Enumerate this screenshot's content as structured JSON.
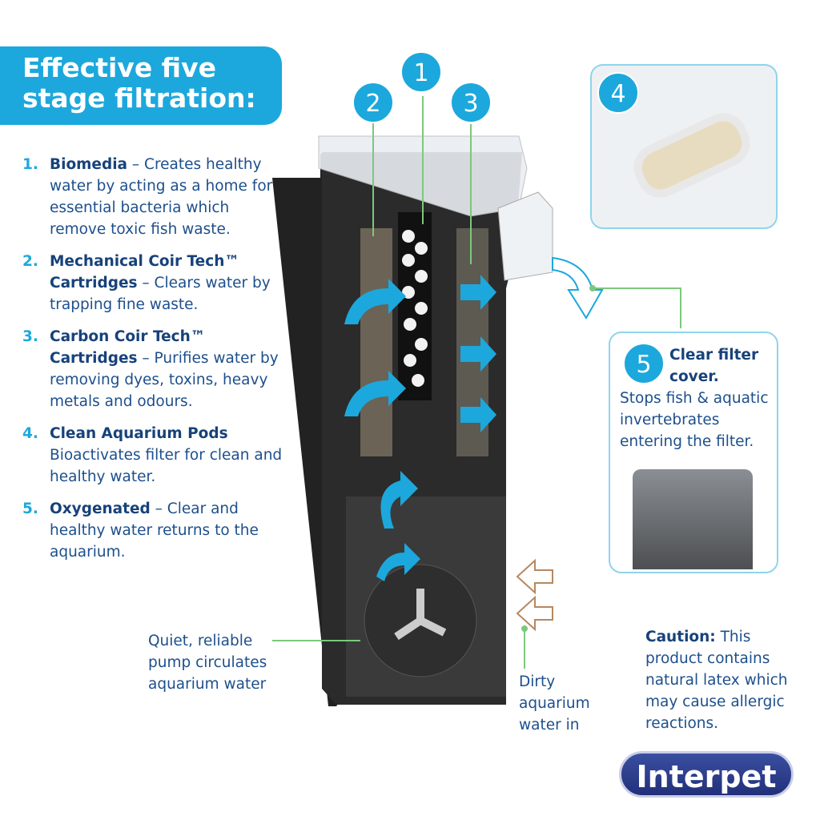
{
  "title": "Effective five stage filtration:",
  "title_lines": [
    "Effective five",
    "stage filtration:"
  ],
  "stages": [
    {
      "num": "1.",
      "name": "Biomedia",
      "desc": " – Creates healthy water by acting as a home for essential bacteria which remove toxic fish waste."
    },
    {
      "num": "2.",
      "name": "Mechanical Coir Tech™ Cartridges",
      "desc": " – Clears water by trapping fine waste."
    },
    {
      "num": "3.",
      "name": "Carbon Coir Tech™ Cartridges",
      "desc": " – Purifies water by removing dyes, toxins, heavy metals and odours."
    },
    {
      "num": "4.",
      "name": "Clean Aquarium Pods",
      "desc": " Bioactivates filter for clean and healthy water."
    },
    {
      "num": "5.",
      "name": "Oxygenated",
      "desc": " – Clear and healthy water returns to the aquarium."
    }
  ],
  "badges": [
    "1",
    "2",
    "3",
    "4",
    "5"
  ],
  "cover": {
    "bold": "Clear filter cover.",
    "text": " Stops fish & aquatic invertebrates entering the filter."
  },
  "pump_label": "Quiet, reliable pump circulates aquarium water",
  "dirty_label": "Dirty aquarium water in",
  "caution": {
    "bold": "Caution:",
    "text": " This product contains natural latex which may cause allergic reactions."
  },
  "logo": "Interpet",
  "colors": {
    "accent": "#1ca8dc",
    "text": "#1d4f8c",
    "filter": "#2a2a2a"
  }
}
